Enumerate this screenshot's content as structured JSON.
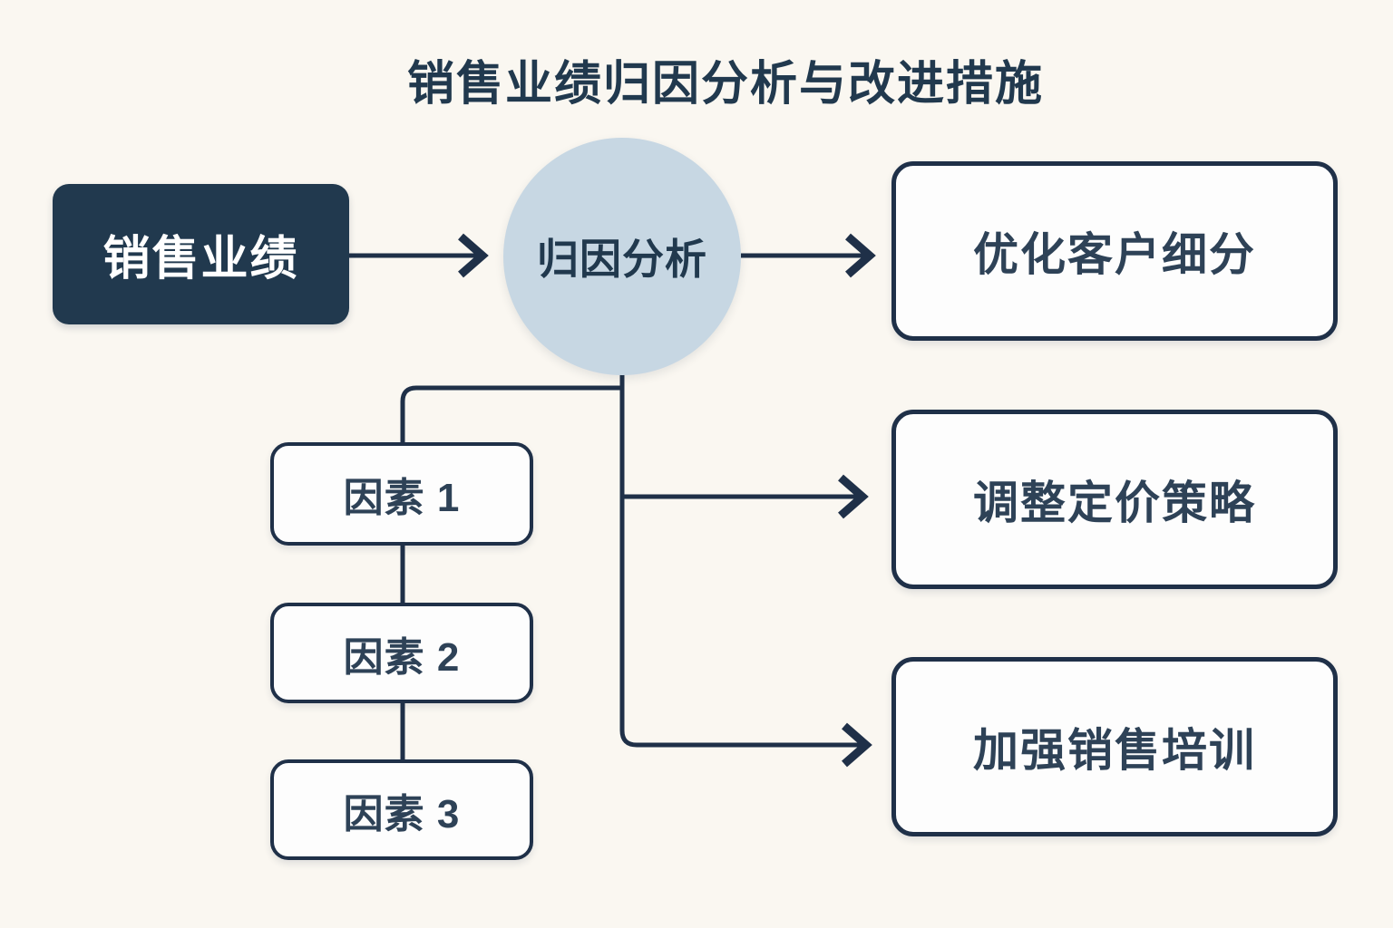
{
  "title": "销售业绩归因分析与改进措施",
  "diagram": {
    "source": {
      "label": "销售业绩"
    },
    "analysis": {
      "label": "归因分析"
    },
    "factors": [
      {
        "label": "因素 1"
      },
      {
        "label": "因素 2"
      },
      {
        "label": "因素 3"
      }
    ],
    "actions": [
      {
        "label": "优化客户细分"
      },
      {
        "label": "调整定价策略"
      },
      {
        "label": "加强销售培训"
      }
    ]
  },
  "colors": {
    "background": "#faf7f1",
    "navy": "#21394e",
    "line": "#1f3048",
    "circle_fill": "#c7d7e3",
    "box_fill": "#fdfdfd",
    "text_dark": "#2e4257",
    "text_light": "#ffffff"
  }
}
